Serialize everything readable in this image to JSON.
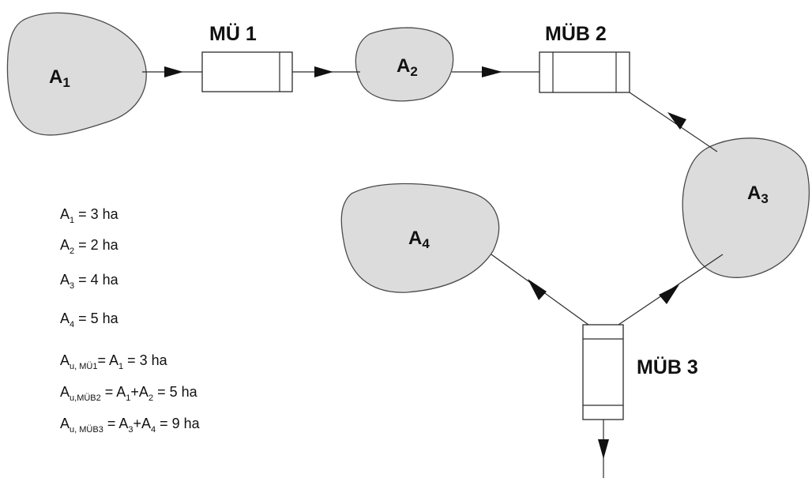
{
  "areas": [
    {
      "id": "a1",
      "label": "A",
      "sub": "1"
    },
    {
      "id": "a2",
      "label": "A",
      "sub": "2"
    },
    {
      "id": "a3",
      "label": "A",
      "sub": "3"
    },
    {
      "id": "a4",
      "label": "A",
      "sub": "4"
    }
  ],
  "nodes": {
    "mu1": "MÜ 1",
    "mub2": "MÜB 2",
    "mub3": "MÜB 3"
  },
  "legend": [
    {
      "sym": "A",
      "sub": "1",
      "rest": " = 3 ha"
    },
    {
      "sym": "A",
      "sub": "2",
      "rest": " = 2 ha"
    },
    {
      "sym": "A",
      "sub": "3",
      "rest": " = 4 ha"
    },
    {
      "sym": "A",
      "sub": "4",
      "rest": " = 5 ha"
    },
    {
      "sym": "A",
      "sub": "u, MÜ1",
      "eq": "= A",
      "eqsub": "1",
      "rest": " = 3 ha"
    },
    {
      "sym": "A",
      "sub": "u,MÜB2",
      "eq": " = A",
      "eqsub": "1",
      "mid": "+A",
      "midsub": "2",
      "rest": " = 5 ha"
    },
    {
      "sym": "A",
      "sub": "u, MÜB3",
      "eq": " = A",
      "eqsub": "3",
      "mid": "+A",
      "midsub": "4",
      "rest": " = 9 ha"
    }
  ]
}
